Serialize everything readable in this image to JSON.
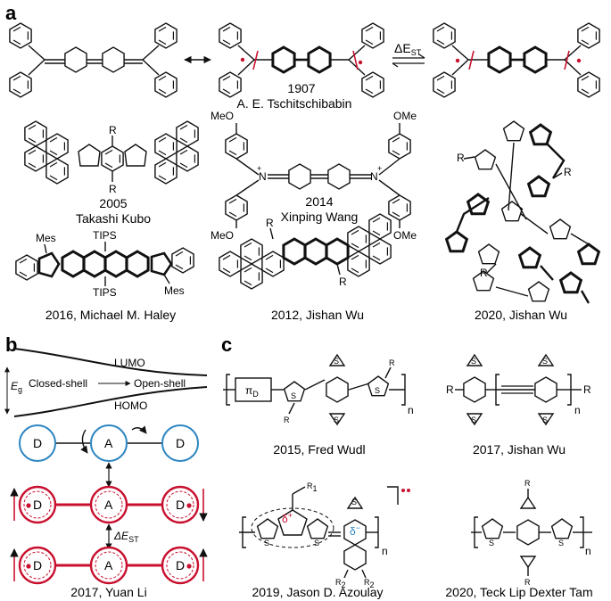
{
  "panels": {
    "a": "a",
    "b": "b",
    "c": "c"
  },
  "panel_a": {
    "top_year": "1907",
    "top_author": "A. E. Tschitschibabin",
    "delta_est": "ΔE",
    "delta_est_sub": "ST",
    "captions": [
      "2005",
      "Takashi Kubo",
      "2014",
      "Xinping Wang",
      "2016, Michael M. Haley",
      "2012, Jishan Wu",
      "2020, Jishan Wu"
    ],
    "atoms": {
      "R": "R",
      "S": "S",
      "N": "N",
      "plus": "+",
      "OMe": "OMe",
      "MeO": "MeO",
      "Mes": "Mes",
      "TIPS": "TIPS"
    }
  },
  "panel_b": {
    "lumo": "LUMO",
    "homo": "HOMO",
    "eg": "E",
    "eg_sub": "g",
    "closed_shell": "Closed-shell",
    "open_shell": "Open-shell",
    "donor": "D",
    "acceptor": "A",
    "delta_est": "ΔE",
    "delta_est_sub": "ST",
    "caption": "2017, Yuan Li"
  },
  "panel_c": {
    "pi_d": "π",
    "pi_d_sub": "D",
    "n": "n",
    "R1": "R",
    "R1_sub": "1",
    "R2": "R",
    "R2_sub": "2",
    "delta_plus": "δ",
    "delta_minus": "δ",
    "plus": "+",
    "minus": "−",
    "captions": [
      "2015, Fred Wudl",
      "2017, Jishan Wu",
      "2019, Jason D. Azoulay",
      "2020, Teck Lip Dexter Tam"
    ]
  },
  "colors": {
    "red": "#c8102e",
    "blue": "#2e86c1",
    "black": "#111111"
  }
}
